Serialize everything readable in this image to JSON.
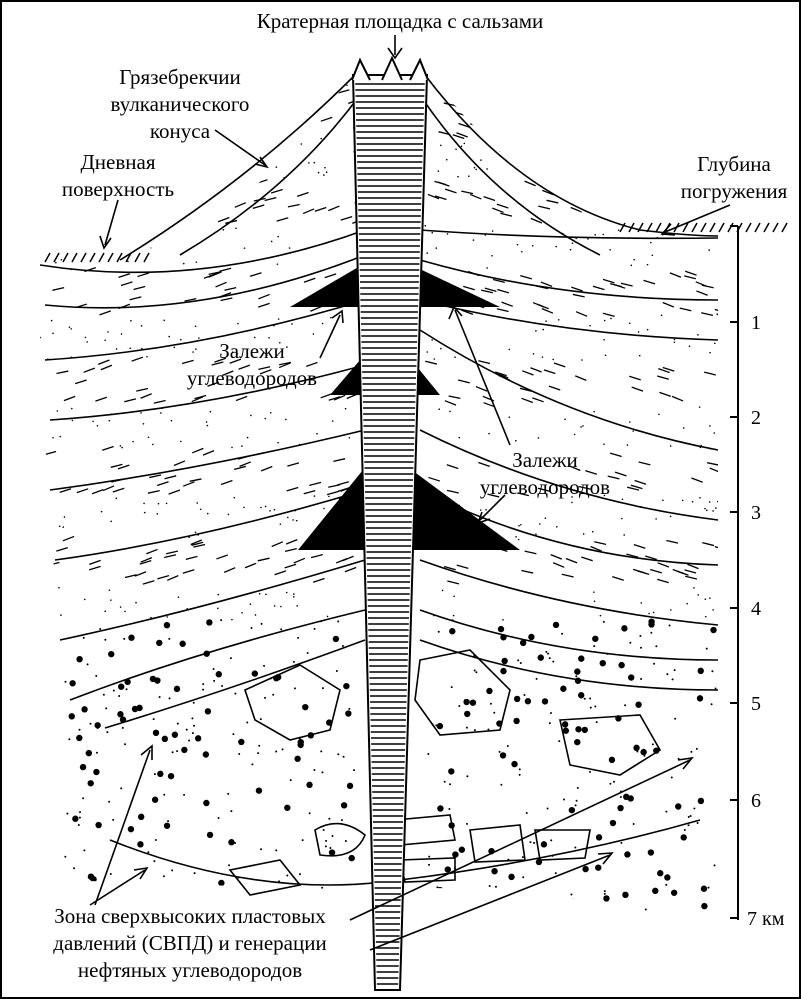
{
  "labels": {
    "crater": "Кратерная площадка с сальзами",
    "mud_breccia_1": "Грязебрекчии",
    "mud_breccia_2": "вулканического",
    "mud_breccia_3": "конуса",
    "surface_1": "Дневная",
    "surface_2": "поверхность",
    "depth_1": "Глубина",
    "depth_2": "погружения",
    "hc_left_1": "Залежи",
    "hc_left_2": "углеводородов",
    "hc_right_1": "Залежи",
    "hc_right_2": "углеводородов",
    "zone_1": "Зона сверхвысоких пластовых",
    "zone_2": "давлений (СВПД) и генерации",
    "zone_3": "нефтяных углеводородов"
  },
  "depth_scale": {
    "ticks": [
      "1",
      "2",
      "3",
      "4",
      "5",
      "6",
      "7 км"
    ]
  },
  "colors": {
    "ink": "#000000",
    "paper": "#ffffff"
  }
}
